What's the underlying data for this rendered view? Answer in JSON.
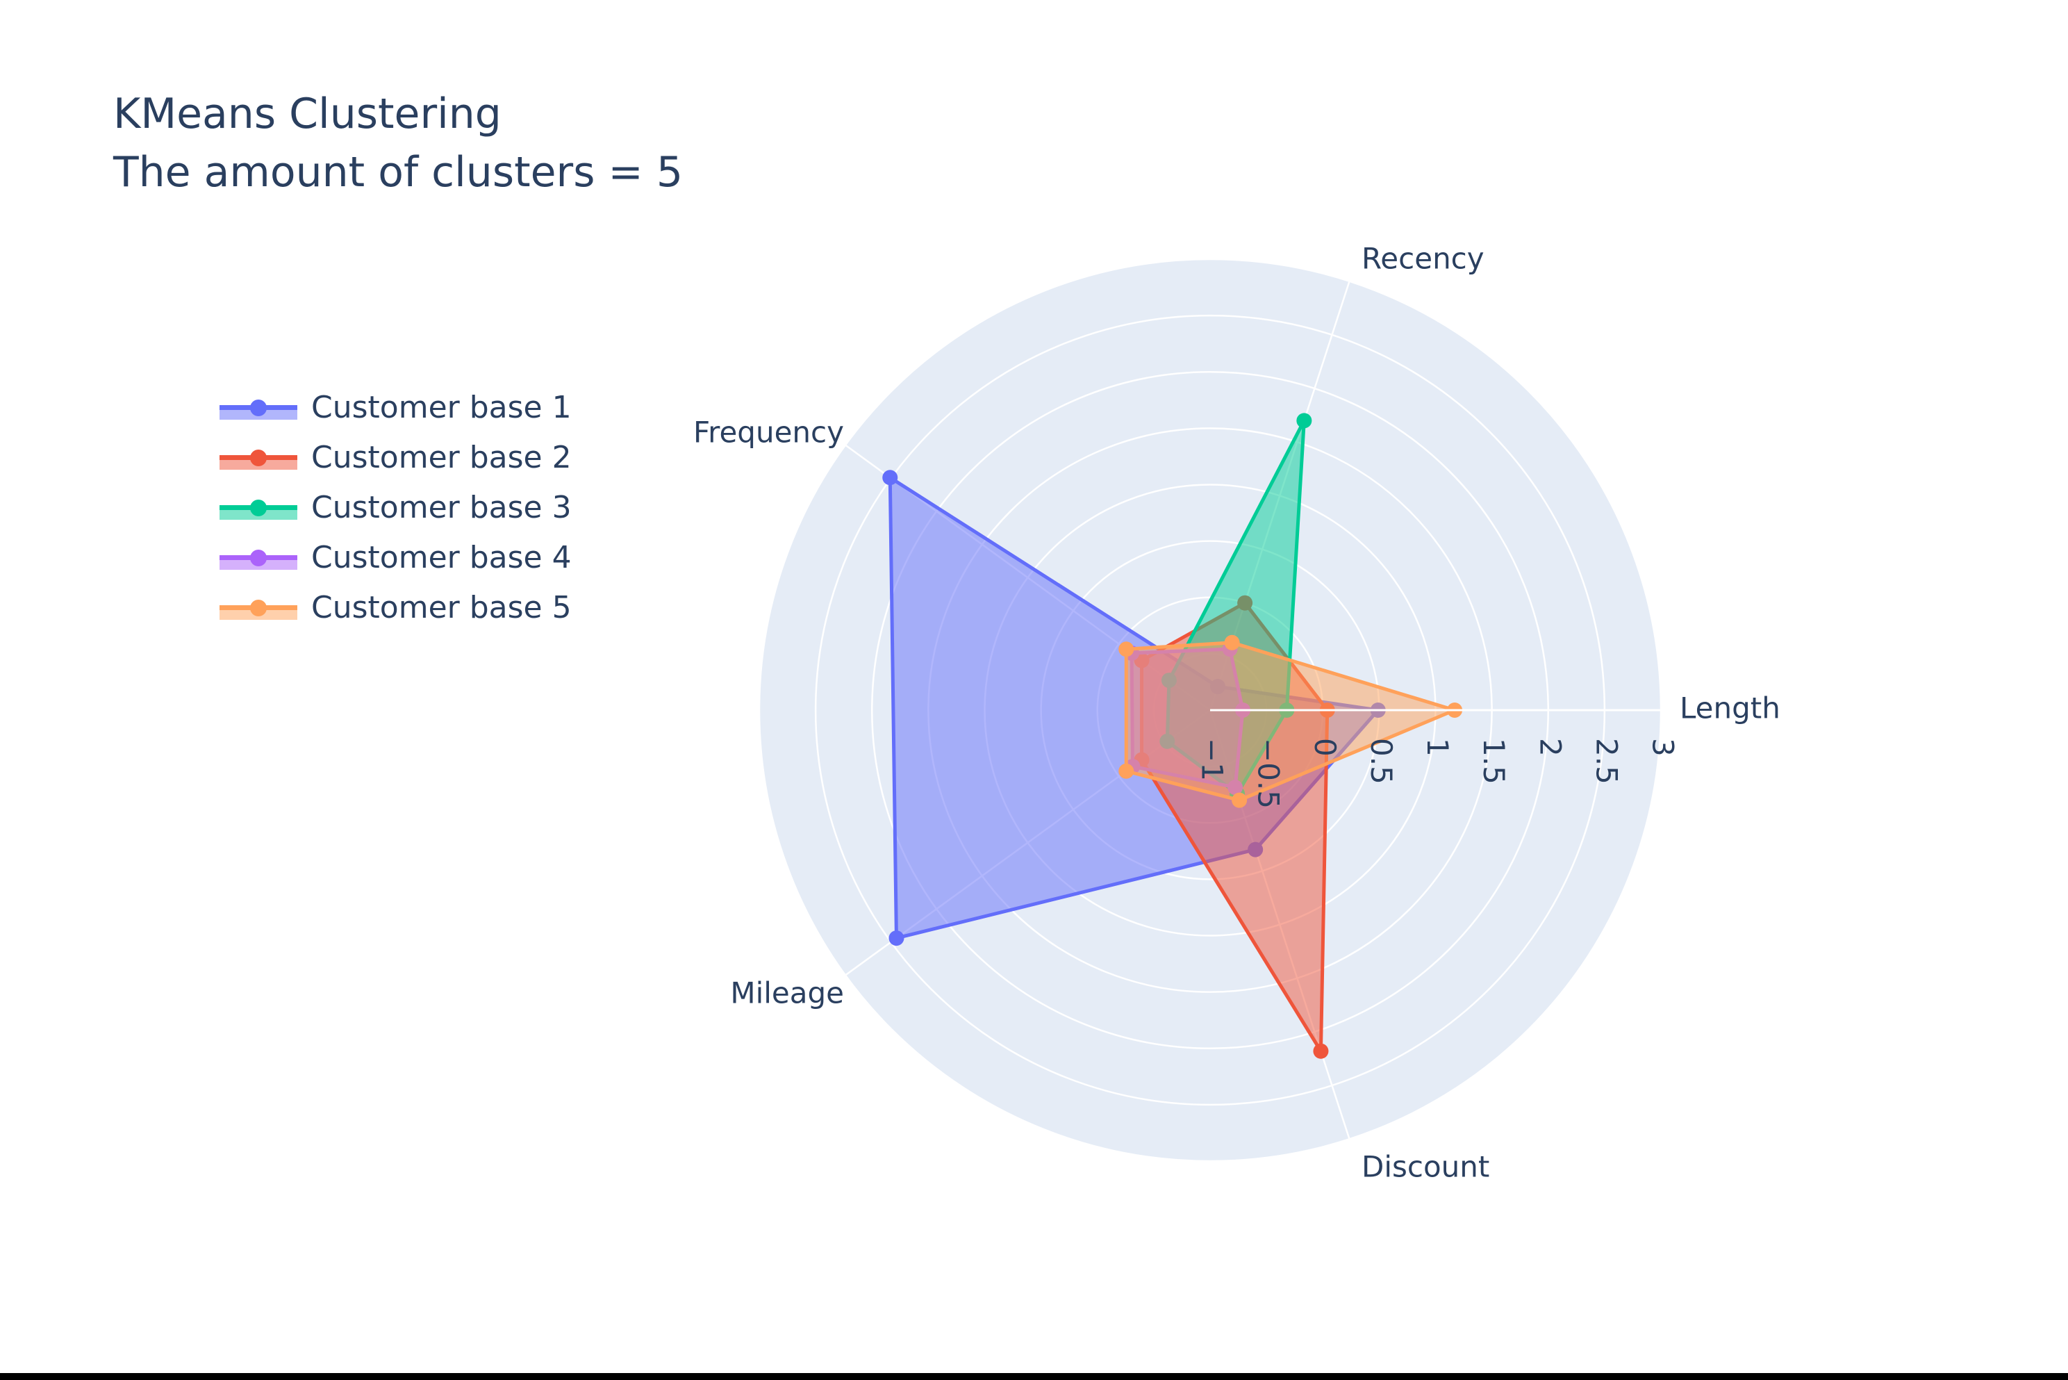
{
  "title": {
    "line1": "KMeans Clustering",
    "line2": "The amount of clusters = 5"
  },
  "legend": {
    "items": [
      {
        "label": "Customer base 1",
        "color": "#636efa"
      },
      {
        "label": "Customer base 2",
        "color": "#ef553b"
      },
      {
        "label": "Customer base 3",
        "color": "#00cc96"
      },
      {
        "label": "Customer base 4",
        "color": "#ab63fa"
      },
      {
        "label": "Customer base 5",
        "color": "#ffa15a"
      }
    ]
  },
  "chart_data": {
    "type": "radar",
    "title": "KMeans Clustering<br>The amount of clusters = 5",
    "categories": [
      "Length",
      "Recency",
      "Frequency",
      "Mileage",
      "Discount"
    ],
    "radial_range": [
      -1,
      3
    ],
    "radial_ticks": [
      "−1",
      "−0.5",
      "0",
      "0.5",
      "1",
      "1.5",
      "2",
      "2.5",
      "3"
    ],
    "radial_tick_values": [
      -1,
      -0.5,
      0,
      0.5,
      1,
      1.5,
      2,
      2.5,
      3
    ],
    "fill": "toself",
    "legend_position": "left",
    "grid": true,
    "series": [
      {
        "name": "Customer base 1",
        "color": "#636efa",
        "values": [
          0.49,
          -0.78,
          2.51,
          2.44,
          0.3
        ]
      },
      {
        "name": "Customer base 2",
        "color": "#ef553b",
        "values": [
          0.04,
          0.0,
          -0.25,
          -0.25,
          2.18
        ]
      },
      {
        "name": "Customer base 3",
        "color": "#00cc96",
        "values": [
          -0.32,
          1.7,
          -0.55,
          -0.53,
          -0.22
        ]
      },
      {
        "name": "Customer base 4",
        "color": "#ab63fa",
        "values": [
          -0.71,
          -0.43,
          -0.14,
          -0.15,
          -0.28
        ]
      },
      {
        "name": "Customer base 5",
        "color": "#ffa15a",
        "values": [
          1.17,
          -0.37,
          -0.08,
          -0.08,
          -0.16
        ]
      }
    ]
  },
  "style": {
    "polar_bg": "#e5ecf6",
    "grid_color": "#ffffff",
    "text_color": "#2a3f5f"
  }
}
